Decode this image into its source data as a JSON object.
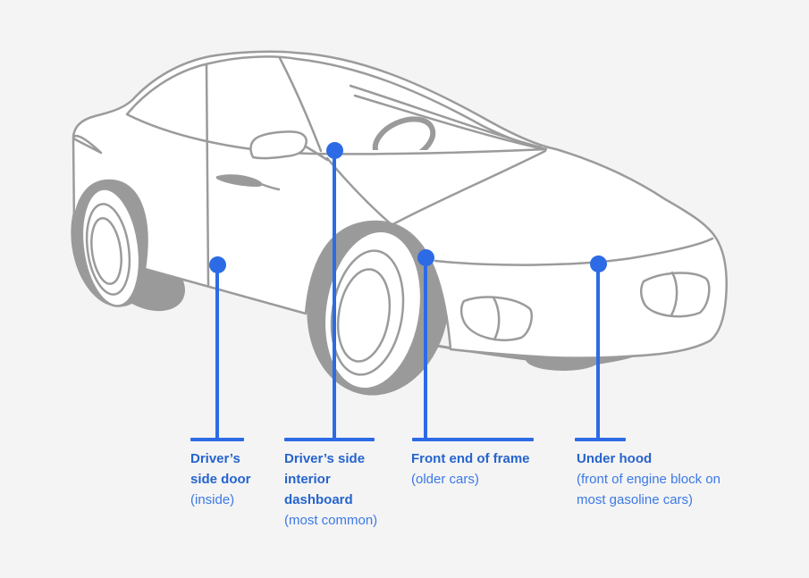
{
  "page": {
    "background": "#f4f4f4",
    "description": "Car illustration with four VIN location callouts"
  },
  "colors": {
    "accent_blue": "#2c6be5",
    "title_blue": "#2564cd",
    "subtitle_blue": "#3b79e6",
    "outline_gray": "#9b9b9b",
    "fill_gray": "#9a9a9a"
  },
  "callouts": [
    {
      "title": "Driver’s side door",
      "subtitle": "(inside)"
    },
    {
      "title": "Driver’s side interior dashboard",
      "subtitle": "(most common)"
    },
    {
      "title": "Front end of frame",
      "subtitle": "(older cars)"
    },
    {
      "title": "Under hood",
      "subtitle": "(front of engine block on most gasoline cars)"
    }
  ]
}
